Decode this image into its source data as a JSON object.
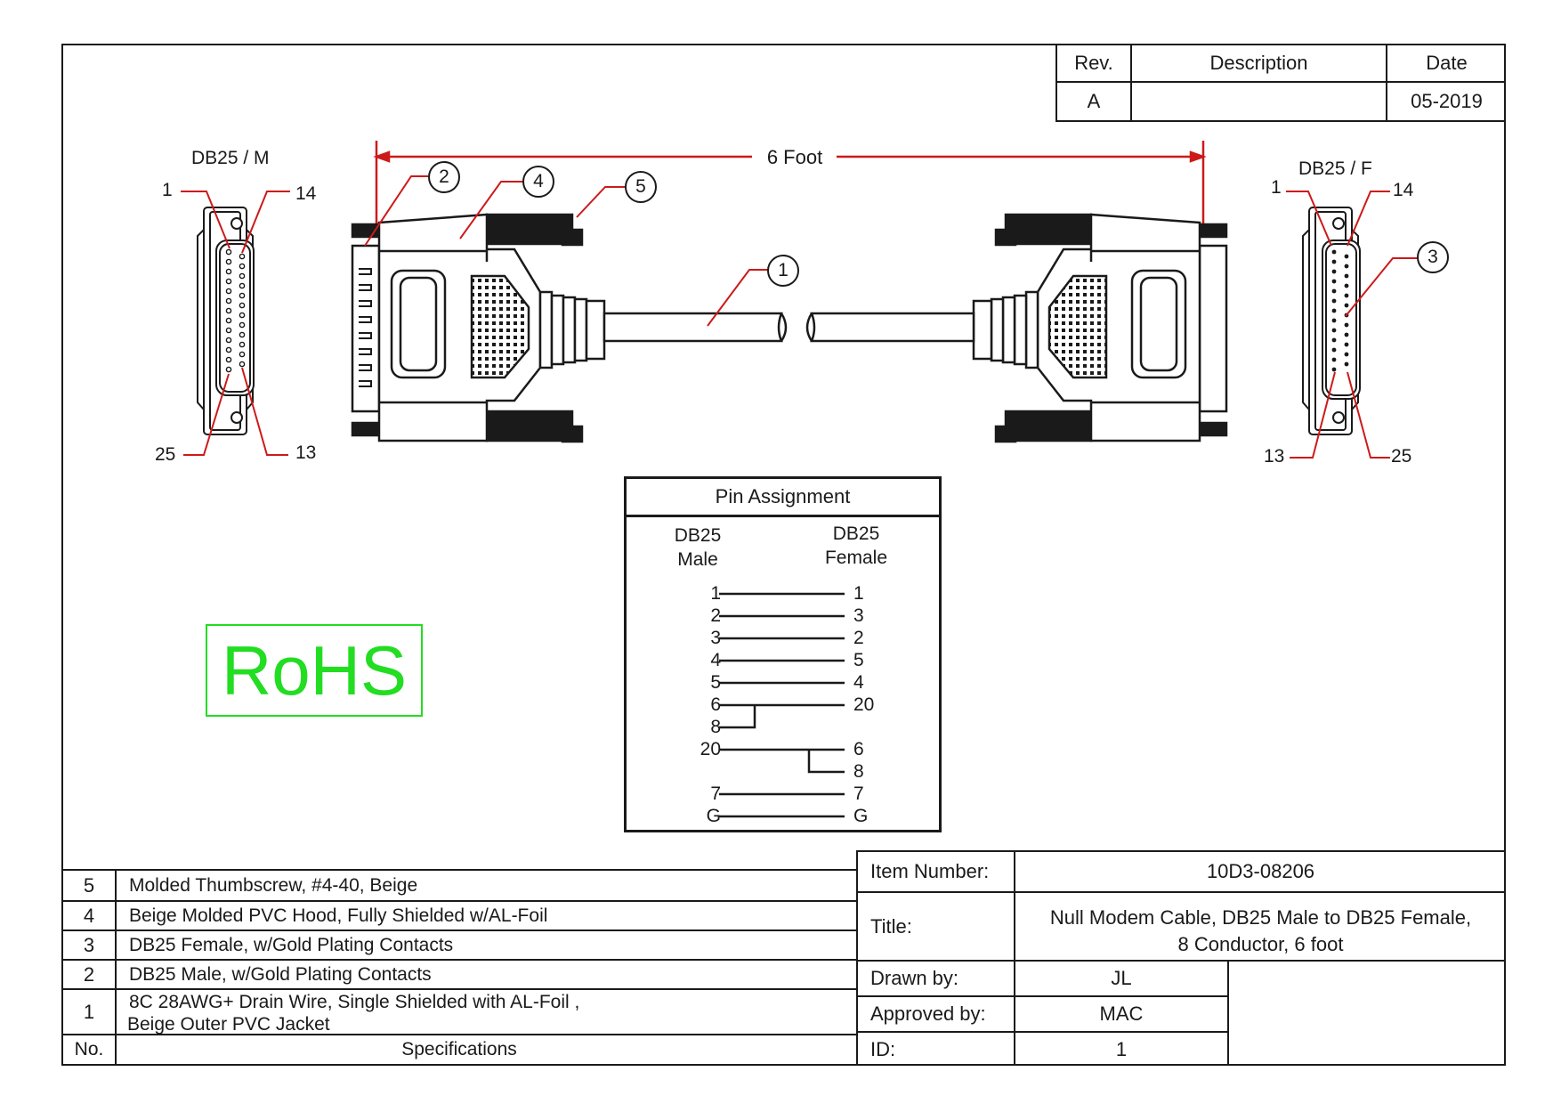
{
  "revision_table": {
    "headers": [
      "Rev.",
      "Description",
      "Date"
    ],
    "row": {
      "rev": "A",
      "description": "",
      "date": "05-2019"
    }
  },
  "drawing": {
    "length_label": "6 Foot",
    "left_connector_label": "DB25 / M",
    "right_connector_label": "DB25 / F",
    "left_pin_labels": {
      "top_left": "1",
      "top_right": "14",
      "bottom_left": "25",
      "bottom_right": "13"
    },
    "right_pin_labels": {
      "top_left": "1",
      "top_right": "14",
      "bottom_left": "13",
      "bottom_right": "25"
    },
    "callouts": [
      "1",
      "2",
      "3",
      "4",
      "5"
    ],
    "colors": {
      "dimension": "#cc1a1a",
      "rohs": "#22dd22",
      "ink": "#1a1a1a"
    }
  },
  "rohs_label": "RoHS",
  "pin_assignment": {
    "title": "Pin Assignment",
    "male_header": [
      "DB25",
      "Male"
    ],
    "female_header": [
      "DB25",
      "Female"
    ],
    "rows": [
      {
        "male": "1",
        "female": "1"
      },
      {
        "male": "2",
        "female": "3"
      },
      {
        "male": "3",
        "female": "2"
      },
      {
        "male": "4",
        "female": "5"
      },
      {
        "male": "5",
        "female": "4"
      },
      {
        "male": "6",
        "female": "20"
      },
      {
        "male": "8",
        "female": ""
      },
      {
        "male": "20",
        "female": "6"
      },
      {
        "male": "",
        "female": "8"
      },
      {
        "male": "7",
        "female": "7"
      },
      {
        "male": "G",
        "female": "G"
      }
    ]
  },
  "bom": {
    "header": {
      "no": "No.",
      "spec": "Specifications"
    },
    "rows": [
      {
        "no": "5",
        "spec": "Molded Thumbscrew, #4-40,  Beige"
      },
      {
        "no": "4",
        "spec": "Beige Molded PVC Hood, Fully Shielded w/AL-Foil"
      },
      {
        "no": "3",
        "spec": "DB25 Female, w/Gold Plating Contacts"
      },
      {
        "no": "2",
        "spec": "DB25 Male, w/Gold Plating Contacts"
      },
      {
        "no": "1",
        "spec_line1": "8C 28AWG+ Drain Wire, Single Shielded with AL-Foil ,",
        "spec_line2": "Beige Outer PVC Jacket"
      }
    ]
  },
  "title_block": {
    "item_number_label": "Item Number:",
    "item_number": "10D3-08206",
    "title_label": "Title:",
    "title_line1": "Null Modem Cable, DB25 Male to DB25 Female,",
    "title_line2": "8 Conductor, 6 foot",
    "drawn_by_label": "Drawn by:",
    "drawn_by": "JL",
    "approved_by_label": "Approved by:",
    "approved_by": "MAC",
    "id_label": "ID:",
    "id": "1"
  }
}
